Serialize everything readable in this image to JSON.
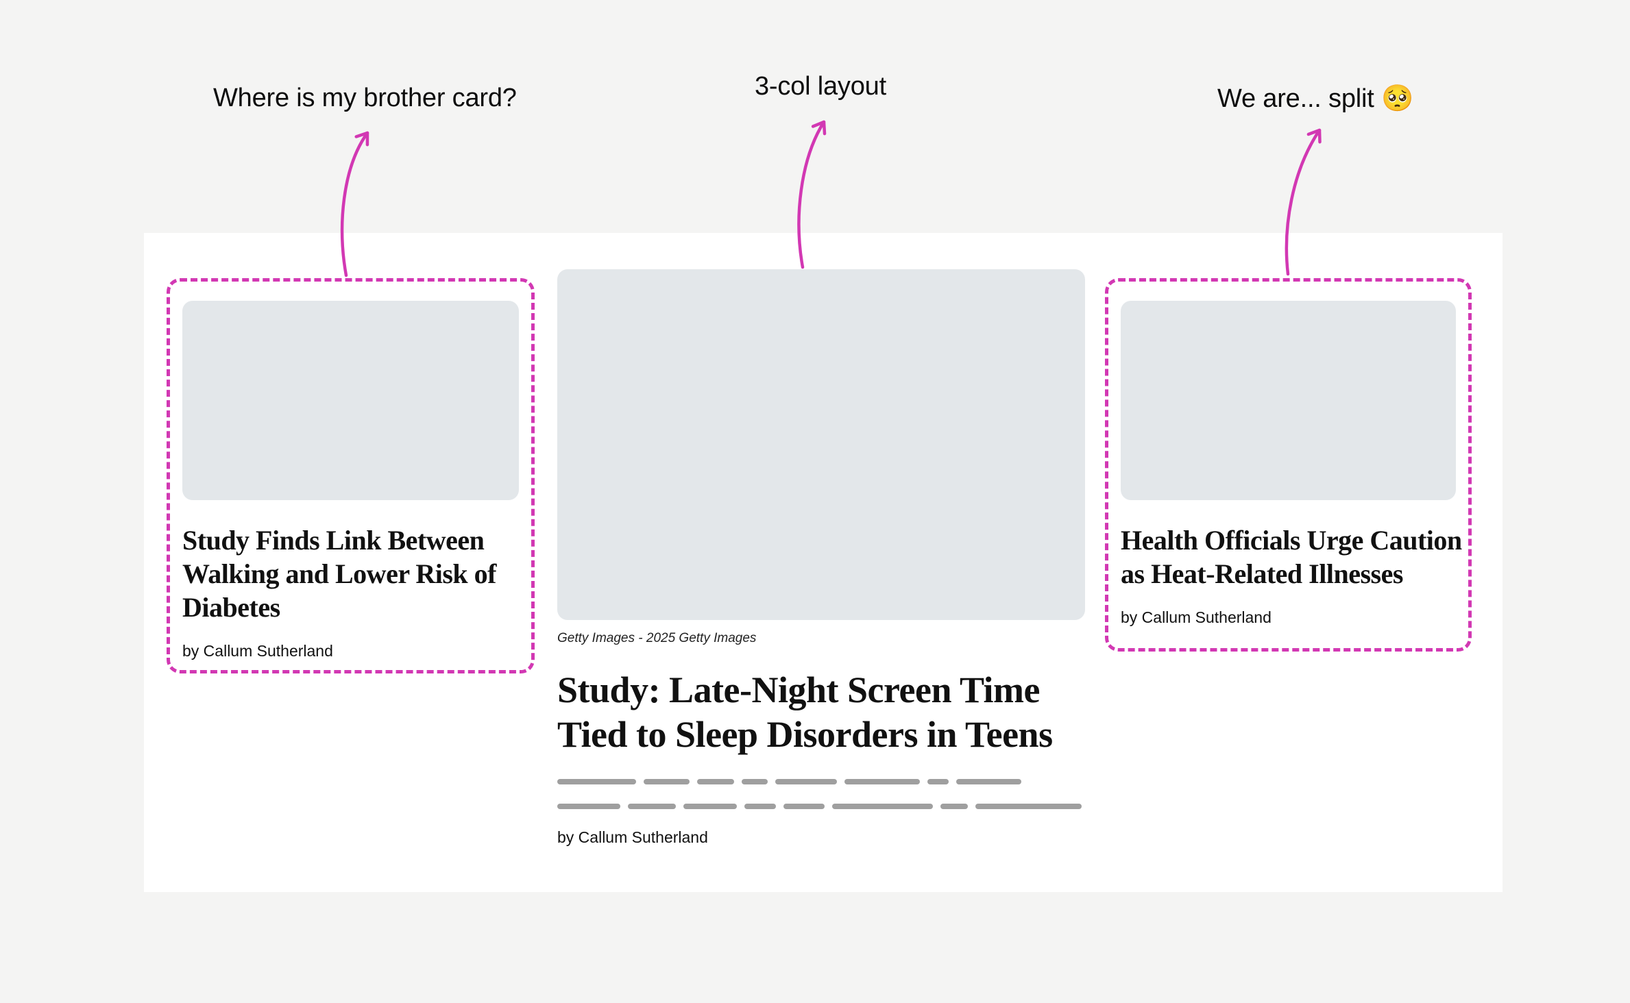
{
  "annotations": {
    "left": "Where is my brother card?",
    "center": "3-col layout",
    "right": "We are... split 🥺"
  },
  "cards": {
    "left": {
      "headline": "Study Finds Link Between\nWalking and Lower Risk of\nDiabetes",
      "byline": "by Callum Sutherland"
    },
    "center": {
      "caption": "Getty Images - 2025 Getty Images",
      "headline": "Study: Late-Night Screen Time\nTied to Sleep Disorders in Teens",
      "byline": "by Callum Sutherland"
    },
    "right": {
      "headline": "Health Officials Urge Caution\nas Heat-Related Illnesses",
      "byline": "by Callum Sutherland"
    }
  },
  "skeleton": {
    "row1": [
      115,
      67,
      54,
      38,
      90,
      110,
      31,
      95
    ],
    "row2": [
      92,
      70,
      78,
      46,
      60,
      147,
      40,
      155
    ]
  },
  "colors": {
    "highlight": "#d238b3",
    "placeholder": "#e3e7ea",
    "skeleton": "#9f9f9f",
    "background": "#f4f4f3"
  }
}
